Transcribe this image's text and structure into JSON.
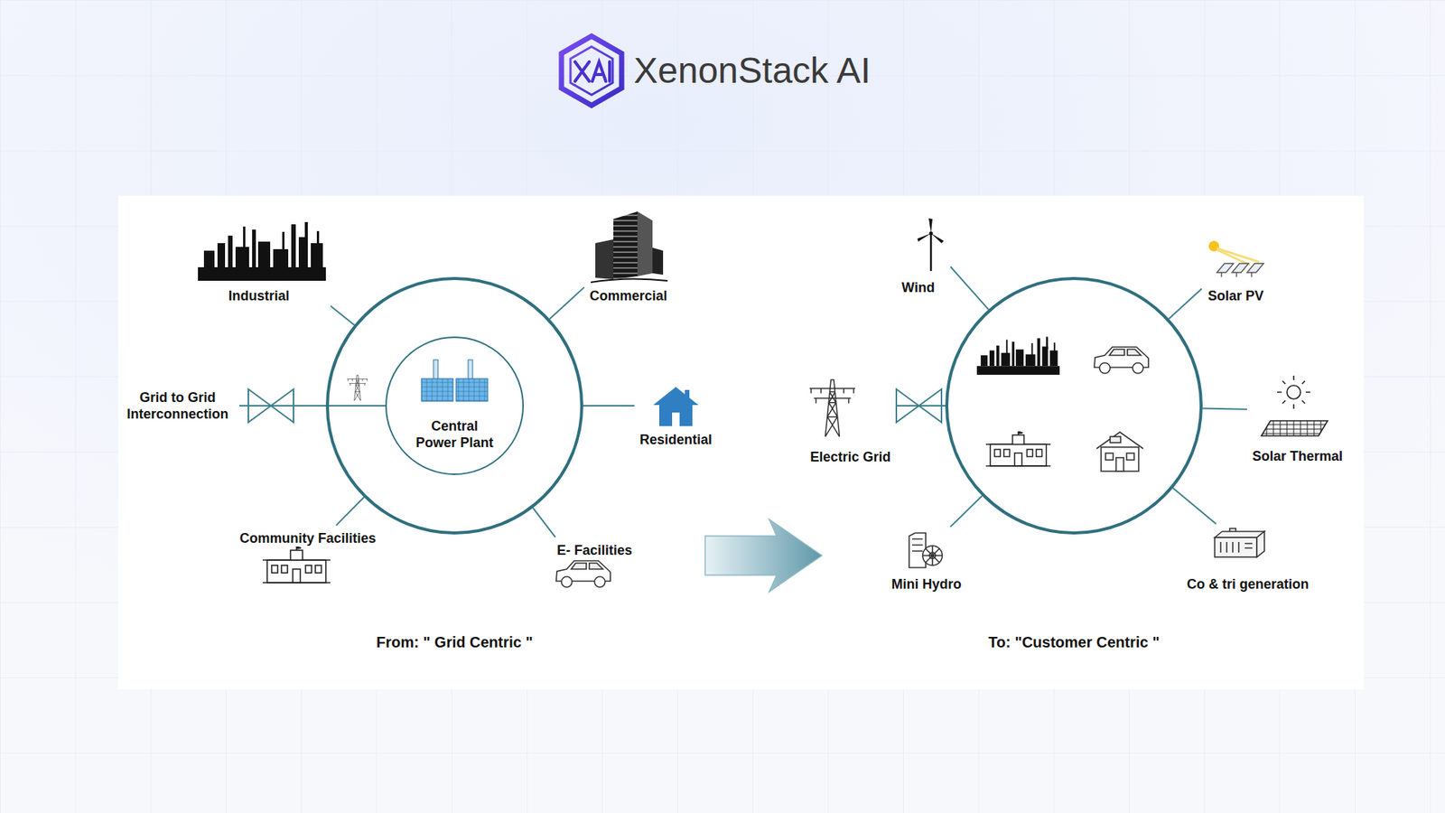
{
  "diagram": {
    "title": "XenonStack AI",
    "nodes": [
      {
        "text": [
          "From: \" Grid Centric \""
        ]
      },
      {
        "text": [
          "Central Power Plant"
        ],
        "in": 0
      },
      {
        "text": [
          "Industrial"
        ]
      },
      {
        "text": [
          "Commercial"
        ]
      },
      {
        "text": [
          "Grid to Grid Interconnection"
        ]
      },
      {
        "text": [
          "Residential"
        ]
      },
      {
        "text": [
          "Community Facilities"
        ]
      },
      {
        "text": [
          "E- Facilities"
        ]
      },
      {
        "text": [
          "To: \"Customer Centric \""
        ]
      },
      {
        "text": [
          "Wind"
        ]
      },
      {
        "text": [
          "Solar PV"
        ]
      },
      {
        "text": [
          "Electric Grid"
        ]
      },
      {
        "text": [
          "Solar Thermal"
        ]
      },
      {
        "text": [
          "Mini Hydro"
        ]
      },
      {
        "text": [
          "Co & tri generation"
        ]
      }
    ],
    "edges": [
      {
        "from": 0,
        "to": 2,
        "arrow": "none"
      },
      {
        "from": 0,
        "to": 3,
        "arrow": "none"
      },
      {
        "from": 1,
        "to": 4,
        "arrow": "none"
      },
      {
        "from": 0,
        "to": 5,
        "arrow": "none"
      },
      {
        "from": 0,
        "to": 6,
        "arrow": "none"
      },
      {
        "from": 0,
        "to": 7,
        "arrow": "none"
      },
      {
        "from": 8,
        "to": 9,
        "arrow": "none"
      },
      {
        "from": 8,
        "to": 10,
        "arrow": "none"
      },
      {
        "from": 8,
        "to": 11,
        "arrow": "none"
      },
      {
        "from": 8,
        "to": 12,
        "arrow": "none"
      },
      {
        "from": 8,
        "to": 13,
        "arrow": "none"
      },
      {
        "from": 8,
        "to": 14,
        "arrow": "none"
      }
    ]
  }
}
